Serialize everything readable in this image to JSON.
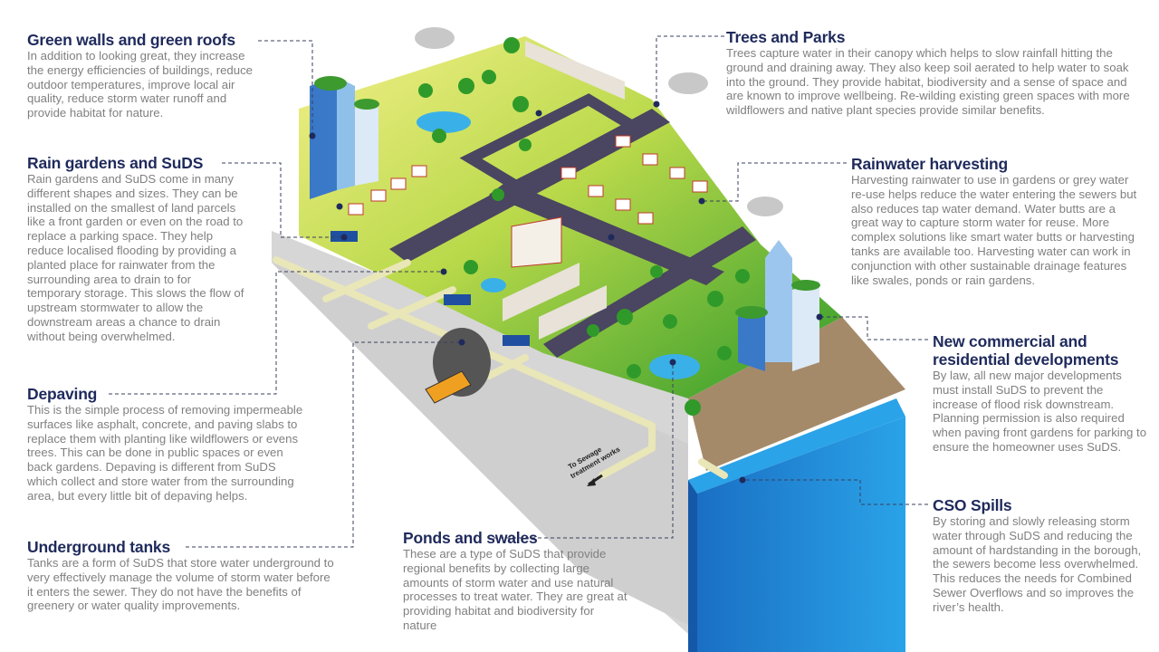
{
  "sections": {
    "green_walls": {
      "title": "Green walls and green roofs",
      "body": "In addition to looking great, they increase the energy efficiencies of buildings, reduce outdoor temperatures, improve local air quality, reduce storm water runoff and provide habitat for nature."
    },
    "rain_gardens": {
      "title": "Rain gardens and SuDS",
      "body": "Rain gardens and SuDS come in many different shapes and sizes. They can be installed on the smallest of land parcels like a front garden or even on the road to replace a parking space. They help reduce localised flooding by providing a planted place for rainwater from the surrounding area to drain to for temporary storage. This slows the flow of upstream stormwater to allow the downstream areas a chance to drain without being overwhelmed."
    },
    "depaving": {
      "title": "Depaving",
      "body": "This is the simple process of removing impermeable surfaces like asphalt, concrete, and paving slabs to replace them with planting like wildflowers or evens trees. This can be done in public spaces or even back gardens. Depaving is different from SuDS which collect and store water from the surrounding area, but every little bit of depaving helps."
    },
    "underground_tanks": {
      "title": "Underground tanks",
      "body": "Tanks are a form of SuDS that store water underground to very effectively manage the volume of storm water before it enters the sewer. They do not have the benefits of greenery or water quality improvements."
    },
    "trees_parks": {
      "title": "Trees and Parks",
      "body": "Trees capture water in their canopy which helps to slow rainfall hitting the ground and draining away. They also keep soil aerated to help water to soak into the ground. They provide habitat, biodiversity and a sense of space and are known to improve wellbeing. Re-wilding existing green spaces with more wildflowers and native plant species provide similar benefits."
    },
    "rainwater_harvesting": {
      "title": "Rainwater harvesting",
      "body": "Harvesting rainwater to use in gardens or grey water re-use helps reduce the water entering the sewers but also reduces tap water demand. Water butts are a great way to capture storm water for reuse. More complex solutions like smart water butts or harvesting tanks are available too. Harvesting water can work in conjunction with other sustainable drainage features like swales, ponds or rain gardens."
    },
    "new_developments": {
      "title": "New commercial and residential developments",
      "body": "By law, all new major developments must install SuDS to prevent the increase of flood risk downstream. Planning permission is also required when paving front gardens for parking to ensure the homeowner uses SuDS."
    },
    "cso_spills": {
      "title": "CSO Spills",
      "body": "By storing and slowly releasing storm water through SuDS and reducing the amount of hardstanding in the borough, the sewers become less overwhelmed. This reduces the needs for Combined Sewer Overflows and so improves the river’s health."
    },
    "ponds_swales": {
      "title": "Ponds and swales",
      "body": "These are a type of SuDS that provide regional benefits by collecting large amounts of storm water and use natural processes to treat water. They are great at providing habitat and biodiversity for nature"
    }
  },
  "illustration": {
    "sewage_label_line1": "To Sewage",
    "sewage_label_line2": "treatment works"
  },
  "colors": {
    "heading": "#1f2a5c",
    "body": "#808080",
    "grass": "#4caf32",
    "ground": "#d9d9d9",
    "river": "#1e90d8",
    "road": "#4a4560"
  }
}
